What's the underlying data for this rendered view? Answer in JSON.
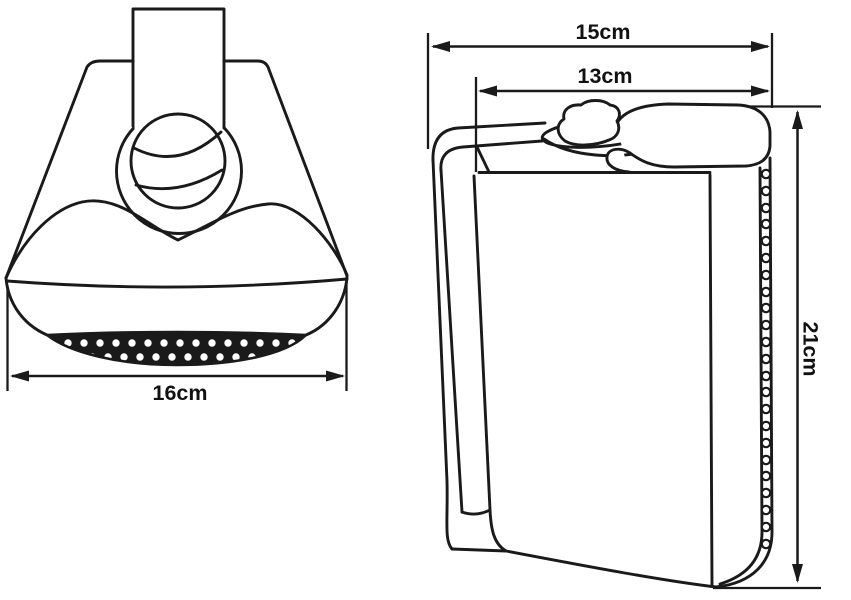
{
  "figure": {
    "description": "Technical line drawing of a wall-mount speaker shown in two views with dimension callouts",
    "background_color": "#ffffff",
    "line_color": "#1a1a1a",
    "units": "cm",
    "views": [
      {
        "id": "top-view",
        "description": "Speaker seen from above: mounting bracket strap, ball joint, tapered cabinet, perforated grille edge"
      },
      {
        "id": "side-view",
        "description": "Speaker seen from the side: wall bracket arm, swivel knob, cabinet with perforated front edge"
      }
    ],
    "dimensions": {
      "front_width": {
        "label": "16cm",
        "value": 16,
        "view": "top-view",
        "orientation": "horizontal"
      },
      "overall_depth": {
        "label": "15cm",
        "value": 15,
        "view": "side-view",
        "orientation": "horizontal"
      },
      "body_depth": {
        "label": "13cm",
        "value": 13,
        "view": "side-view",
        "orientation": "horizontal"
      },
      "height": {
        "label": "21cm",
        "value": 21,
        "view": "side-view",
        "orientation": "vertical"
      }
    }
  }
}
